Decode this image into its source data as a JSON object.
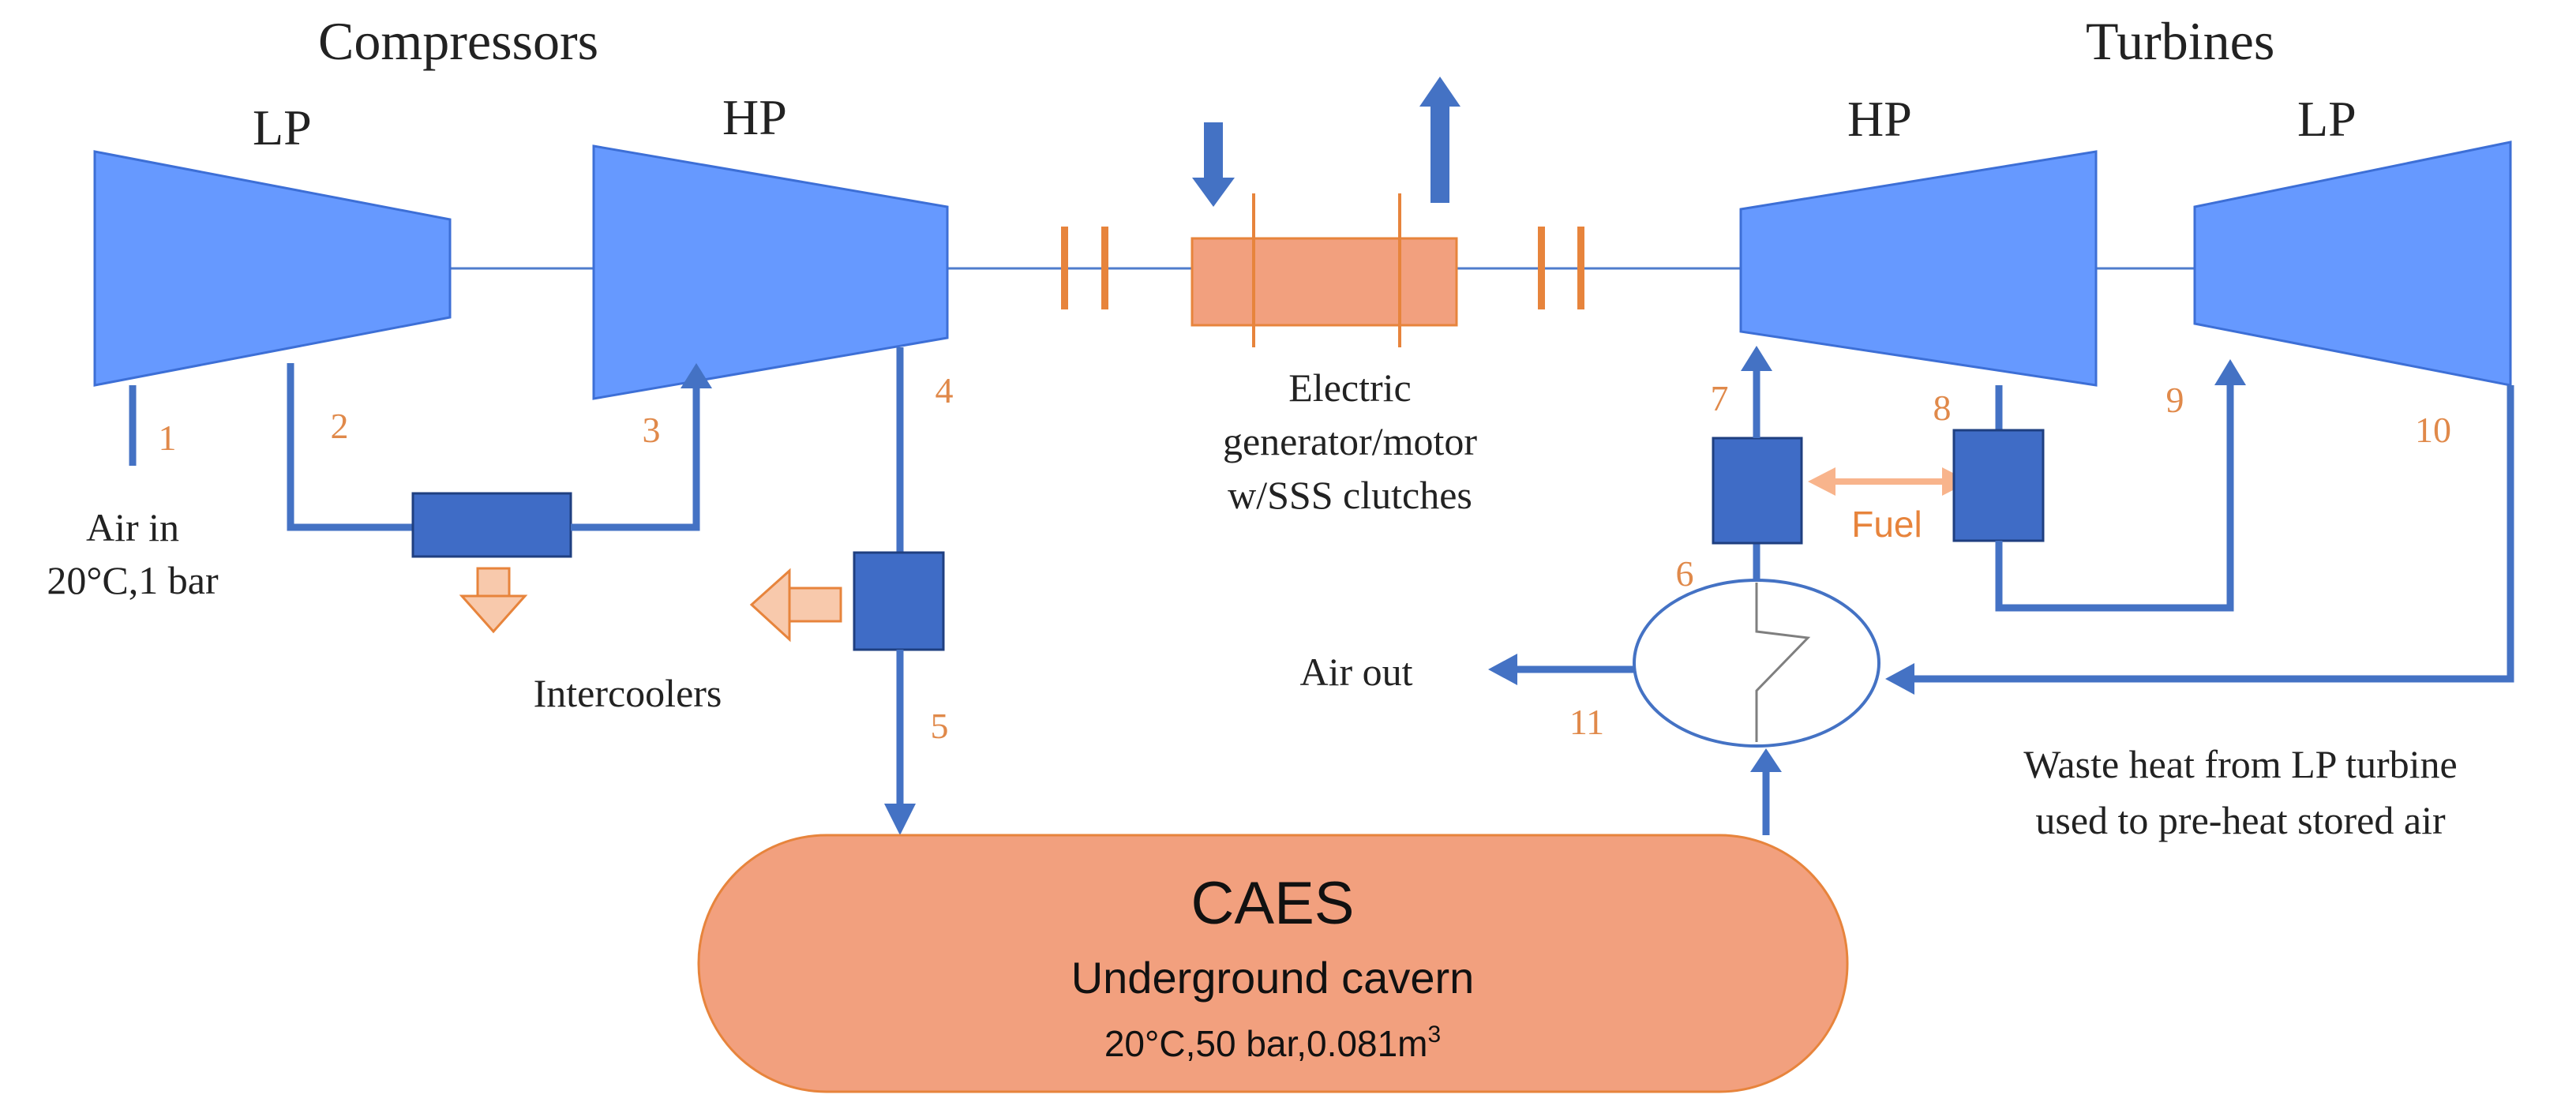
{
  "colors": {
    "machine": "#6699ff",
    "machine_stroke": "#3d6fd6",
    "pipe": "#4472c4",
    "hx_box": "#3f6cc6",
    "orange": "#e7843c",
    "cavern": "#f2a07e",
    "heat_arrow": "#f8c9ac",
    "text": "#222222",
    "number": "#e0894a"
  },
  "headings": {
    "compressors": "Compressors",
    "turbines": "Turbines"
  },
  "compressors": {
    "lp_label": "LP",
    "hp_label": "HP"
  },
  "turbines": {
    "hp_label": "HP",
    "lp_label": "LP"
  },
  "generator": {
    "line1": "Electric",
    "line2": "generator/motor",
    "line3": "w/SSS clutches"
  },
  "inlet": {
    "line1": "Air in",
    "line2": "20°C,1 bar"
  },
  "intercoolers_label": "Intercoolers",
  "fuel_label": "Fuel",
  "air_out_label": "Air out",
  "waste_heat": {
    "line1": "Waste heat from LP turbine",
    "line2": "used to pre-heat stored air"
  },
  "cavern": {
    "title": "CAES",
    "subtitle": "Underground cavern",
    "conditions": "20°C,50 bar,0.081m",
    "conditions_sup": "3"
  },
  "state_points": [
    "1",
    "2",
    "3",
    "4",
    "5",
    "6",
    "7",
    "8",
    "9",
    "10",
    "11"
  ]
}
